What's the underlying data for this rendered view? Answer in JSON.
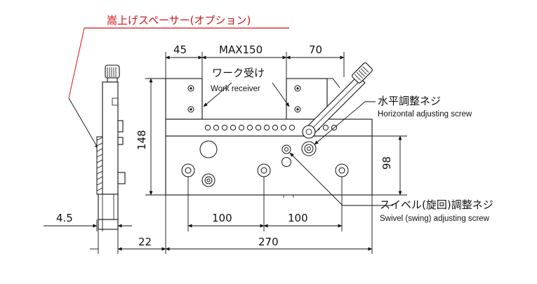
{
  "title": "嵩上げスペーサー(オプション)",
  "title_color": "#d0141b",
  "labels": {
    "work_receiver_jp": "ワーク受け",
    "work_receiver_en": "Work receiver",
    "horizontal_screw_jp": "水平調整ネジ",
    "horizontal_screw_en": "Horizontal adjusting screw",
    "swivel_screw_jp": "スイベル(旋回)調整ネジ",
    "swivel_screw_en": "Swivel (swing) adjusting screw"
  },
  "dimensions": {
    "top_left": "45",
    "top_max": "MAX150",
    "top_right": "70",
    "height_total": "148",
    "height_right": "98",
    "spacing_left": "100",
    "spacing_right": "100",
    "thickness": "4.5",
    "offset": "22",
    "length": "270"
  }
}
